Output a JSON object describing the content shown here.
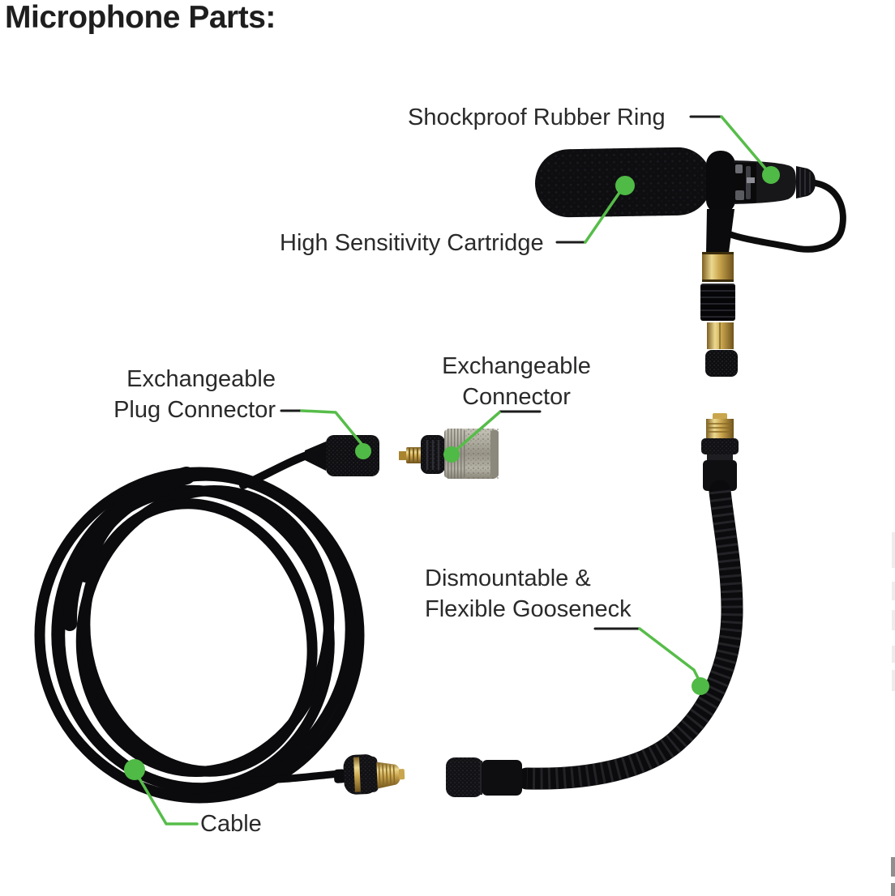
{
  "title": "Microphone Parts:",
  "colors": {
    "callout_line": "#56bd49",
    "callout_dot": "#4fba45",
    "gold": "#c9a54e",
    "silver": "#a5a296"
  },
  "callouts": {
    "shockproof_rubber_ring": {
      "label": "Shockproof Rubber Ring"
    },
    "high_sensitivity_cartridge": {
      "label": "High Sensitivity Cartridge"
    },
    "exchangeable_plug_connector": {
      "label_line1": "Exchangeable",
      "label_line2": "Plug Connector"
    },
    "exchangeable_connector": {
      "label_line1": "Exchangeable",
      "label_line2": "Connector"
    },
    "dismountable_flexible_gooseneck": {
      "label_line1": "Dismountable &",
      "label_line2": "Flexible Gooseneck"
    },
    "cable": {
      "label": "Cable"
    }
  }
}
